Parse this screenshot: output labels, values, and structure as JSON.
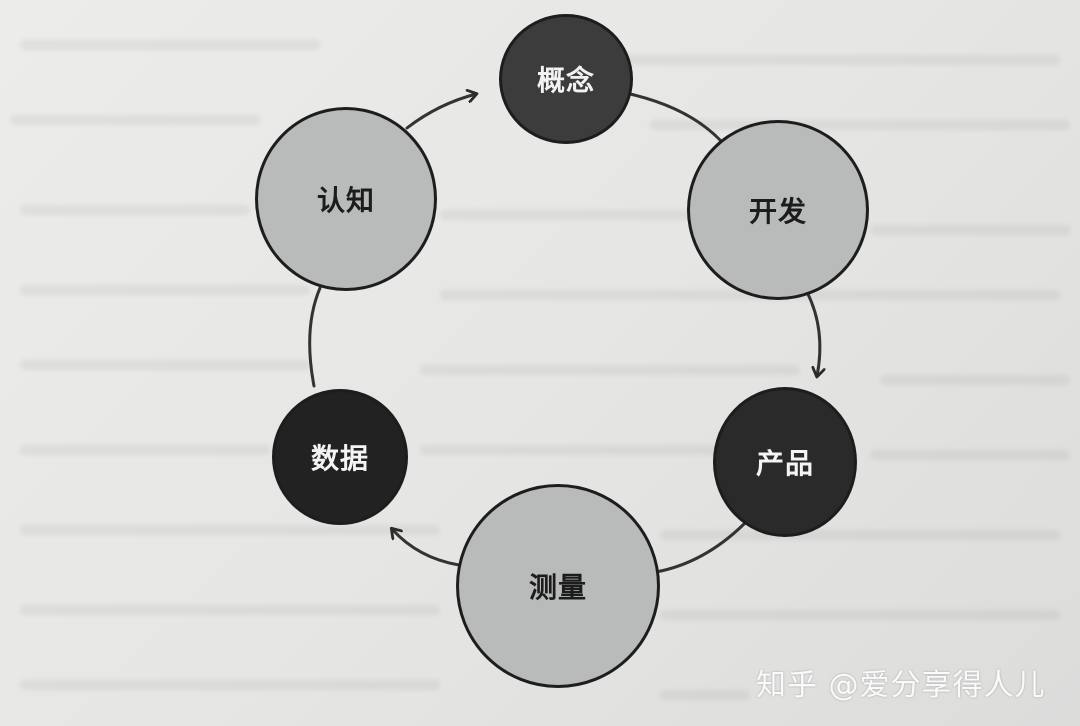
{
  "diagram": {
    "nodes": {
      "concept": "概念",
      "develop": "开发",
      "product": "产品",
      "measure": "测量",
      "data": "数据",
      "cognition": "认知"
    }
  },
  "watermark": {
    "text": "知乎 @爱分享得人儿"
  },
  "colors": {
    "dark_node": "#3c3c3c",
    "light_node": "#b9bbba",
    "outline": "#1d1d1d",
    "background": "#e9e9e8"
  }
}
